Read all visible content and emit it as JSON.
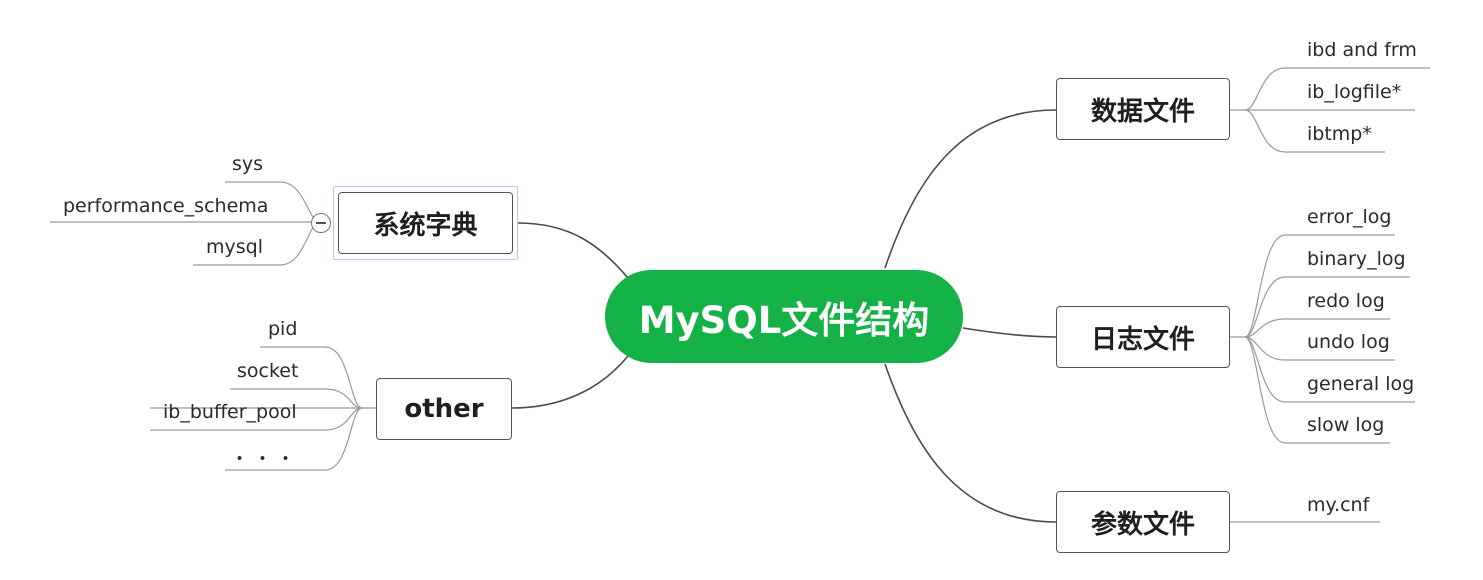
{
  "root": {
    "label": "MySQL文件结构"
  },
  "branches": {
    "data_files": {
      "label": "数据文件",
      "items": [
        "ibd and frm",
        "ib_logfile*",
        "ibtmp*"
      ]
    },
    "log_files": {
      "label": "日志文件",
      "items": [
        "error_log",
        "binary_log",
        "redo log",
        "undo log",
        "general log",
        "slow log"
      ]
    },
    "param_files": {
      "label": "参数文件",
      "items": [
        "my.cnf"
      ]
    },
    "system_dict": {
      "label": "系统字典",
      "items": [
        "sys",
        "performance_schema",
        "mysql"
      ]
    },
    "other": {
      "label": "other",
      "items": [
        "pid",
        "socket",
        "ib_buffer_pool",
        "・・・"
      ]
    }
  },
  "colors": {
    "root_fill": "#14b146",
    "line": "#4a4a4a",
    "leaf_line": "#9a9a9a",
    "selection": "#bcc6f5"
  }
}
